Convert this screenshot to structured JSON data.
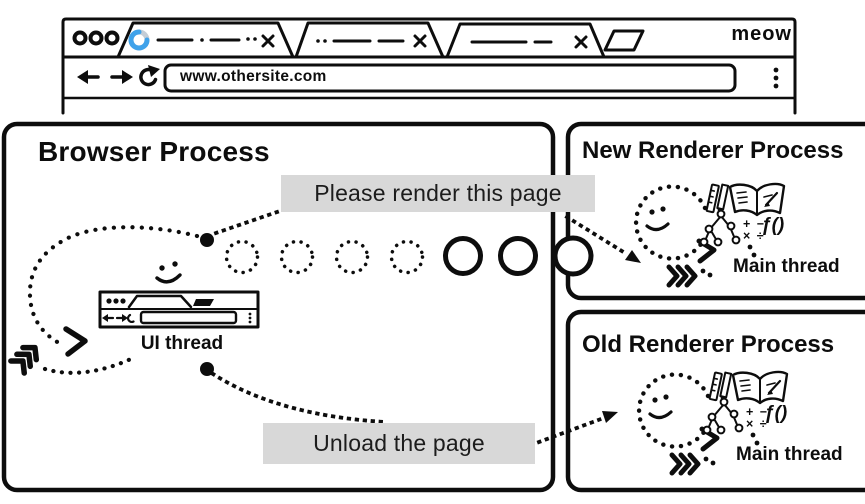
{
  "browser_window": {
    "url": "www.othersite.com",
    "brand": "meow"
  },
  "processes": {
    "browser": {
      "title": "Browser Process",
      "thread_label": "UI thread"
    },
    "new_renderer": {
      "title": "New Renderer Process",
      "thread_label": "Main thread"
    },
    "old_renderer": {
      "title": "Old Renderer Process",
      "thread_label": "Main thread"
    }
  },
  "messages": {
    "render": "Please render this page",
    "unload": "Unload the page"
  },
  "icons": {
    "math_top": "+ −",
    "math_bottom": "× ÷",
    "function": "ƒ()"
  },
  "colors": {
    "ink": "#0d0d0d",
    "message_bg": "#d8d8d8",
    "spinner_blue": "#3fa2ea",
    "spinner_gray": "#c4cdd6"
  }
}
